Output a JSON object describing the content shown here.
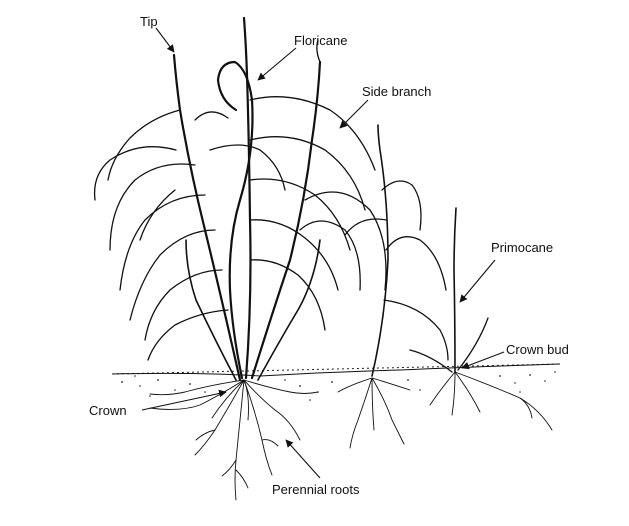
{
  "labels": {
    "tip": "Tip",
    "floricane": "Floricane",
    "side_branch": "Side branch",
    "primocane": "Primocane",
    "crown_bud": "Crown bud",
    "crown": "Crown",
    "perennial_roots": "Perennial roots"
  }
}
